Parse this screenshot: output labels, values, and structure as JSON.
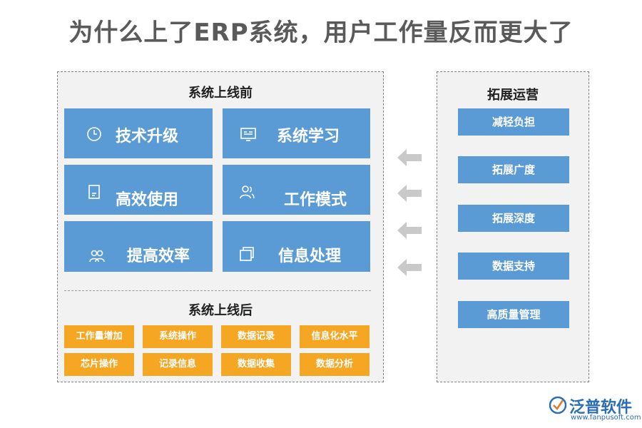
{
  "title": "为什么上了ERP系统，用户工作量反而更大了",
  "before": {
    "title": "系统上线前",
    "tiles": [
      {
        "label": "技术升级",
        "icon": "clock-icon"
      },
      {
        "label": "系统学习",
        "icon": "screen-icon"
      },
      {
        "label": "高效使用",
        "icon": "document-icon"
      },
      {
        "label": "工作模式",
        "icon": "person-icon"
      },
      {
        "label": "提高效率",
        "icon": "users-icon"
      },
      {
        "label": "信息处理",
        "icon": "windows-icon"
      }
    ]
  },
  "after": {
    "title": "系统上线后",
    "items": [
      "工作量增加",
      "系统操作",
      "数据记录",
      "信息化水平",
      "芯片操作",
      "记录信息",
      "数据收集",
      "数据分析"
    ]
  },
  "expand": {
    "title": "拓展运营",
    "items": [
      "减轻负担",
      "拓展广度",
      "拓展深度",
      "数据支持",
      "高质量管理"
    ]
  },
  "logo": {
    "name": "泛普软件",
    "url": "www.fanpusoft.com"
  },
  "colors": {
    "blue": "#5b9bd5",
    "orange": "#f5a623",
    "panel": "#f2f2f2",
    "arrow": "#c9c9c9",
    "logo": "#2a6db5"
  }
}
